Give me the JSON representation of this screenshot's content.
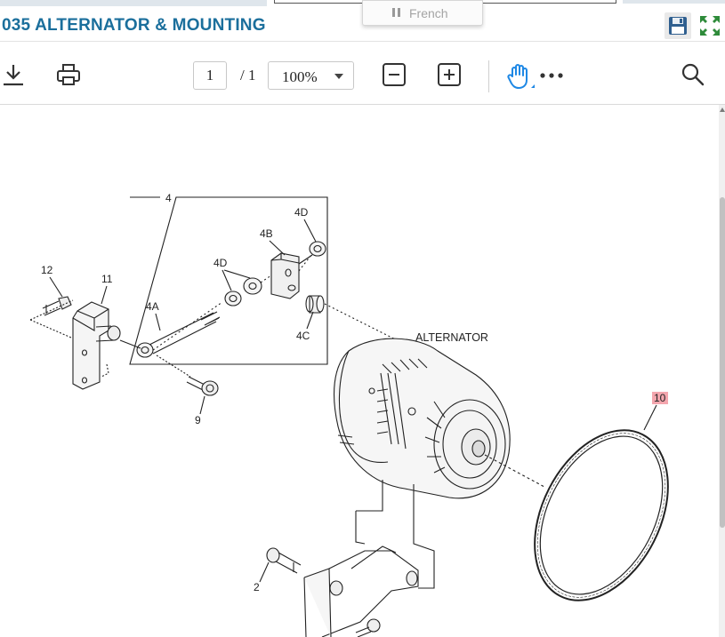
{
  "document": {
    "title": "035 ALTERNATOR & MOUNTING"
  },
  "language_popup": {
    "label": "French"
  },
  "toolbar": {
    "page_current": "1",
    "page_total": "/ 1",
    "zoom": "100%"
  },
  "icons": {
    "download": "download-icon",
    "print": "print-icon",
    "zoom_out": "zoom-out-icon",
    "zoom_in": "zoom-in-icon",
    "hand_tool": "hand-tool-icon",
    "more": "more-options-icon",
    "search": "search-icon",
    "save": "save-icon",
    "expand": "expand-icon"
  },
  "colors": {
    "title": "#1b6f9c",
    "hand_tool": "#1e88e5",
    "callout_highlight": "#f4a6ae",
    "save_icon": "#2f5f8f",
    "expand_icon": "#2e8b3a"
  },
  "diagram": {
    "callouts": [
      "4",
      "4D",
      "4B",
      "4D",
      "12",
      "11",
      "4A",
      "4C",
      "9",
      "10",
      "2"
    ],
    "caption": "ALTERNATOR"
  }
}
